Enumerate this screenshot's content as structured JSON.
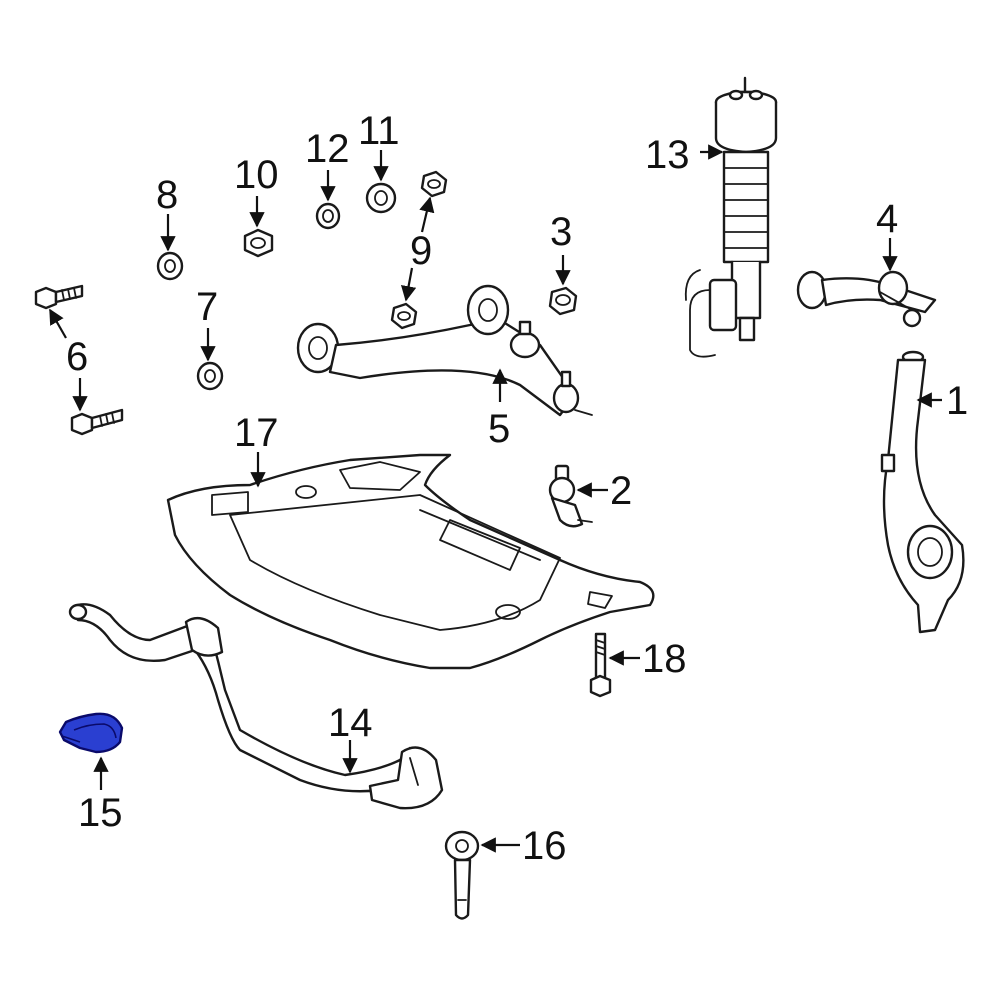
{
  "labels": {
    "p1": "1",
    "p2": "2",
    "p3": "3",
    "p4": "4",
    "p5": "5",
    "p6": "6",
    "p7": "7",
    "p8": "8",
    "p9": "9",
    "p10": "10",
    "p11": "11",
    "p12": "12",
    "p13": "13",
    "p14": "14",
    "p15": "15",
    "p16": "16",
    "p17": "17",
    "p18": "18"
  },
  "colors": {
    "highlight": "#2a3fd1",
    "line": "#1a1a1a"
  },
  "highlighted_part": "15"
}
